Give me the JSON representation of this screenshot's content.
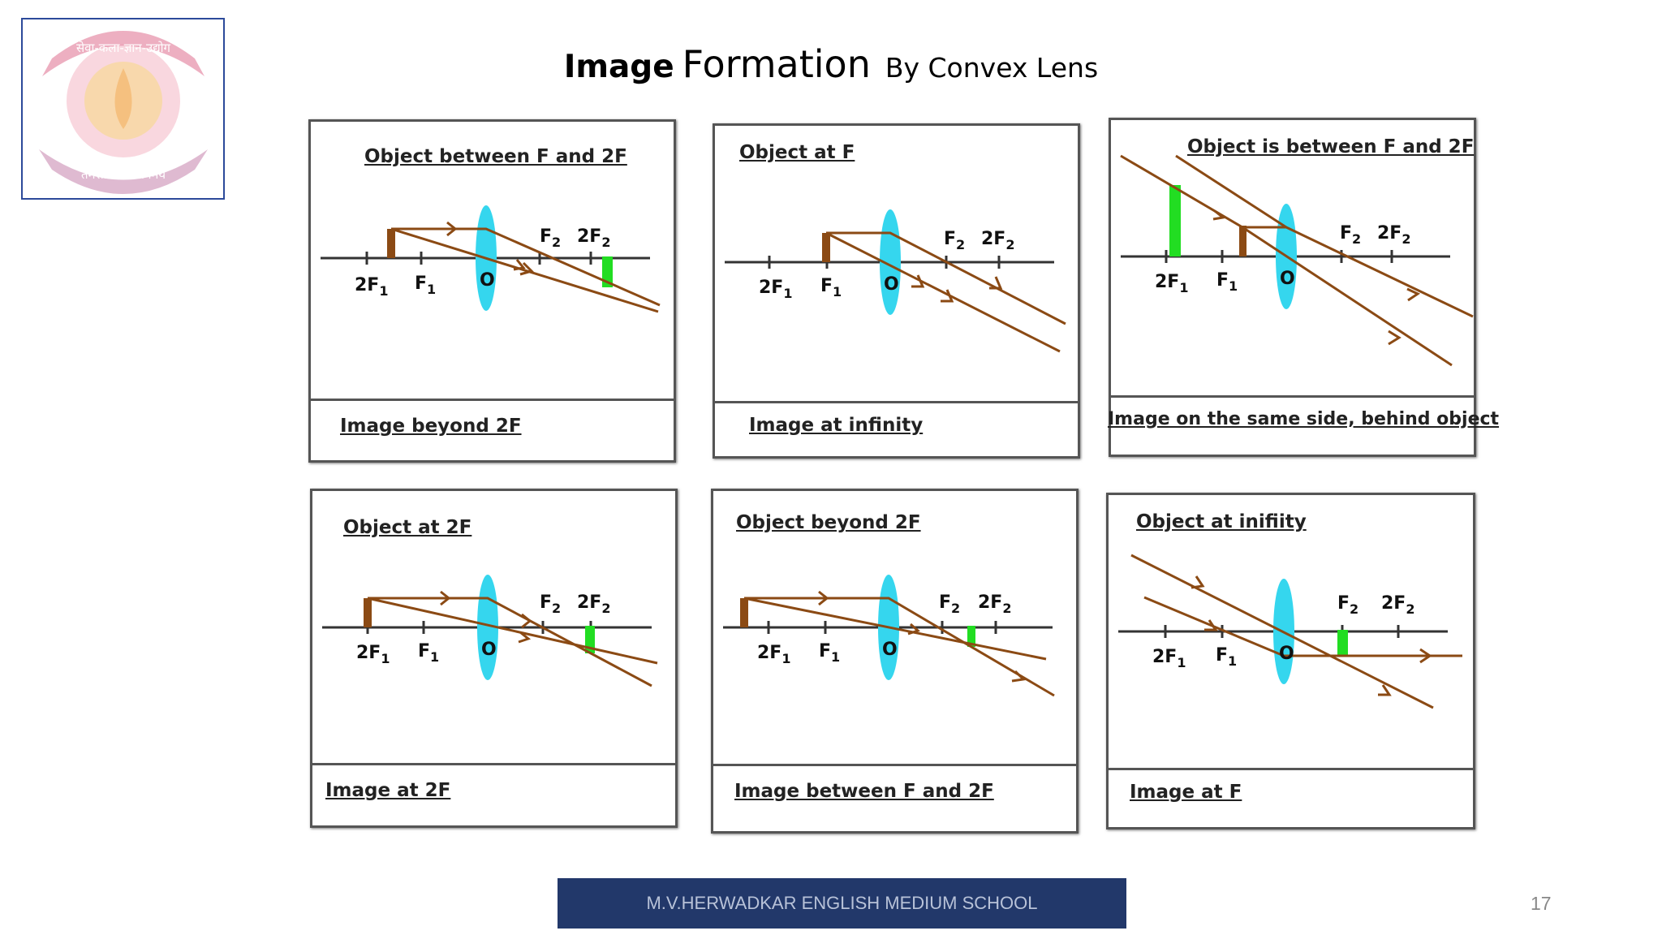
{
  "slide": {
    "title_word1": "Image",
    "title_word2": "Formation",
    "title_rest": "By Convex  Lens",
    "footer": "M.V.HERWADKAR ENGLISH MEDIUM SCHOOL",
    "page_number": "17"
  },
  "logo": {
    "text_top": "सेवा-कला-ज्ञान-उद्योग",
    "text_bottom": "तमसोमाज्योतिर्गमय"
  },
  "labels": {
    "twoF": "2F",
    "F": "F",
    "one": "1",
    "two": "2",
    "O": "O"
  },
  "panels": [
    {
      "title": "Object between F and 2F",
      "caption": "Image beyond 2F"
    },
    {
      "title": "Object at F",
      "caption": "Image at infinity"
    },
    {
      "title": "Object is between F and 2F",
      "caption": "Image on the same side, behind object"
    },
    {
      "title": "Object at 2F",
      "caption": "Image at 2F"
    },
    {
      "title": "Object beyond 2F",
      "caption": "Image between F and 2F"
    },
    {
      "title": "Object at inifiity",
      "caption": "Image at F"
    }
  ],
  "colors": {
    "ray": "#8b4a14",
    "lens": "#35d6ee",
    "image": "#22dd22",
    "object": "#8b4a14"
  }
}
